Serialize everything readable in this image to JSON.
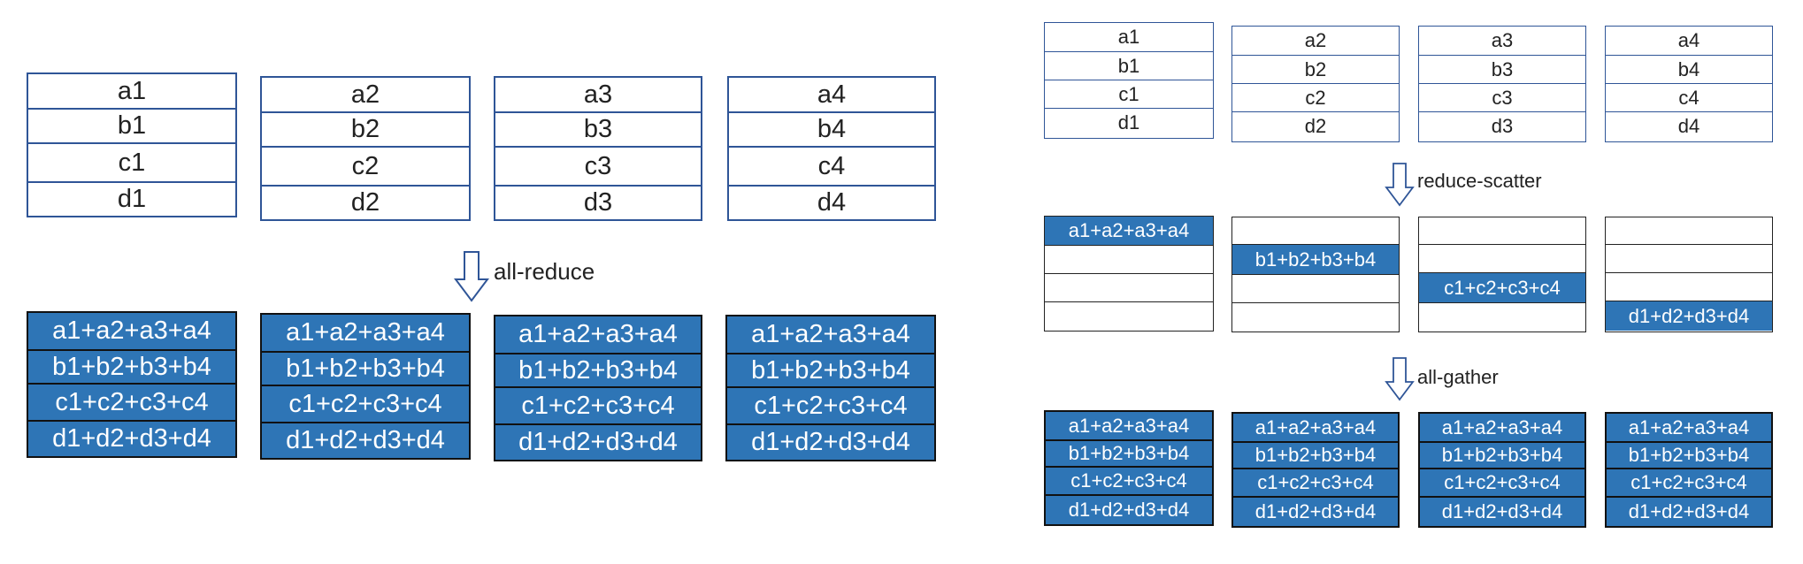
{
  "colors": {
    "cell_fill": "#2e75b6",
    "plain_border": "#2f5597",
    "filled_border": "#111111",
    "text": "#222222"
  },
  "icons": {
    "operation_arrow": "down-arrow-icon"
  },
  "all_reduce": {
    "label": "all-reduce",
    "inputs": [
      [
        "a1",
        "b1",
        "c1",
        "d1"
      ],
      [
        "a2",
        "b2",
        "c2",
        "d2"
      ],
      [
        "a3",
        "b3",
        "c3",
        "d3"
      ],
      [
        "a4",
        "b4",
        "c4",
        "d4"
      ]
    ],
    "outputs": [
      [
        "a1+a2+a3+a4",
        "b1+b2+b3+b4",
        "c1+c2+c3+c4",
        "d1+d2+d3+d4"
      ],
      [
        "a1+a2+a3+a4",
        "b1+b2+b3+b4",
        "c1+c2+c3+c4",
        "d1+d2+d3+d4"
      ],
      [
        "a1+a2+a3+a4",
        "b1+b2+b3+b4",
        "c1+c2+c3+c4",
        "d1+d2+d3+d4"
      ],
      [
        "a1+a2+a3+a4",
        "b1+b2+b3+b4",
        "c1+c2+c3+c4",
        "d1+d2+d3+d4"
      ]
    ]
  },
  "reduce_scatter_all_gather": {
    "reduce_scatter_label": "reduce-scatter",
    "all_gather_label": "all-gather",
    "inputs": [
      [
        "a1",
        "b1",
        "c1",
        "d1"
      ],
      [
        "a2",
        "b2",
        "c2",
        "d2"
      ],
      [
        "a3",
        "b3",
        "c3",
        "d3"
      ],
      [
        "a4",
        "b4",
        "c4",
        "d4"
      ]
    ],
    "scattered": [
      [
        "a1+a2+a3+a4",
        "",
        "",
        ""
      ],
      [
        "",
        "b1+b2+b3+b4",
        "",
        ""
      ],
      [
        "",
        "",
        "c1+c2+c3+c4",
        ""
      ],
      [
        "",
        "",
        "",
        "d1+d2+d3+d4"
      ]
    ],
    "gathered": [
      [
        "a1+a2+a3+a4",
        "b1+b2+b3+b4",
        "c1+c2+c3+c4",
        "d1+d2+d3+d4"
      ],
      [
        "a1+a2+a3+a4",
        "b1+b2+b3+b4",
        "c1+c2+c3+c4",
        "d1+d2+d3+d4"
      ],
      [
        "a1+a2+a3+a4",
        "b1+b2+b3+b4",
        "c1+c2+c3+c4",
        "d1+d2+d3+d4"
      ],
      [
        "a1+a2+a3+a4",
        "b1+b2+b3+b4",
        "c1+c2+c3+c4",
        "d1+d2+d3+d4"
      ]
    ]
  }
}
